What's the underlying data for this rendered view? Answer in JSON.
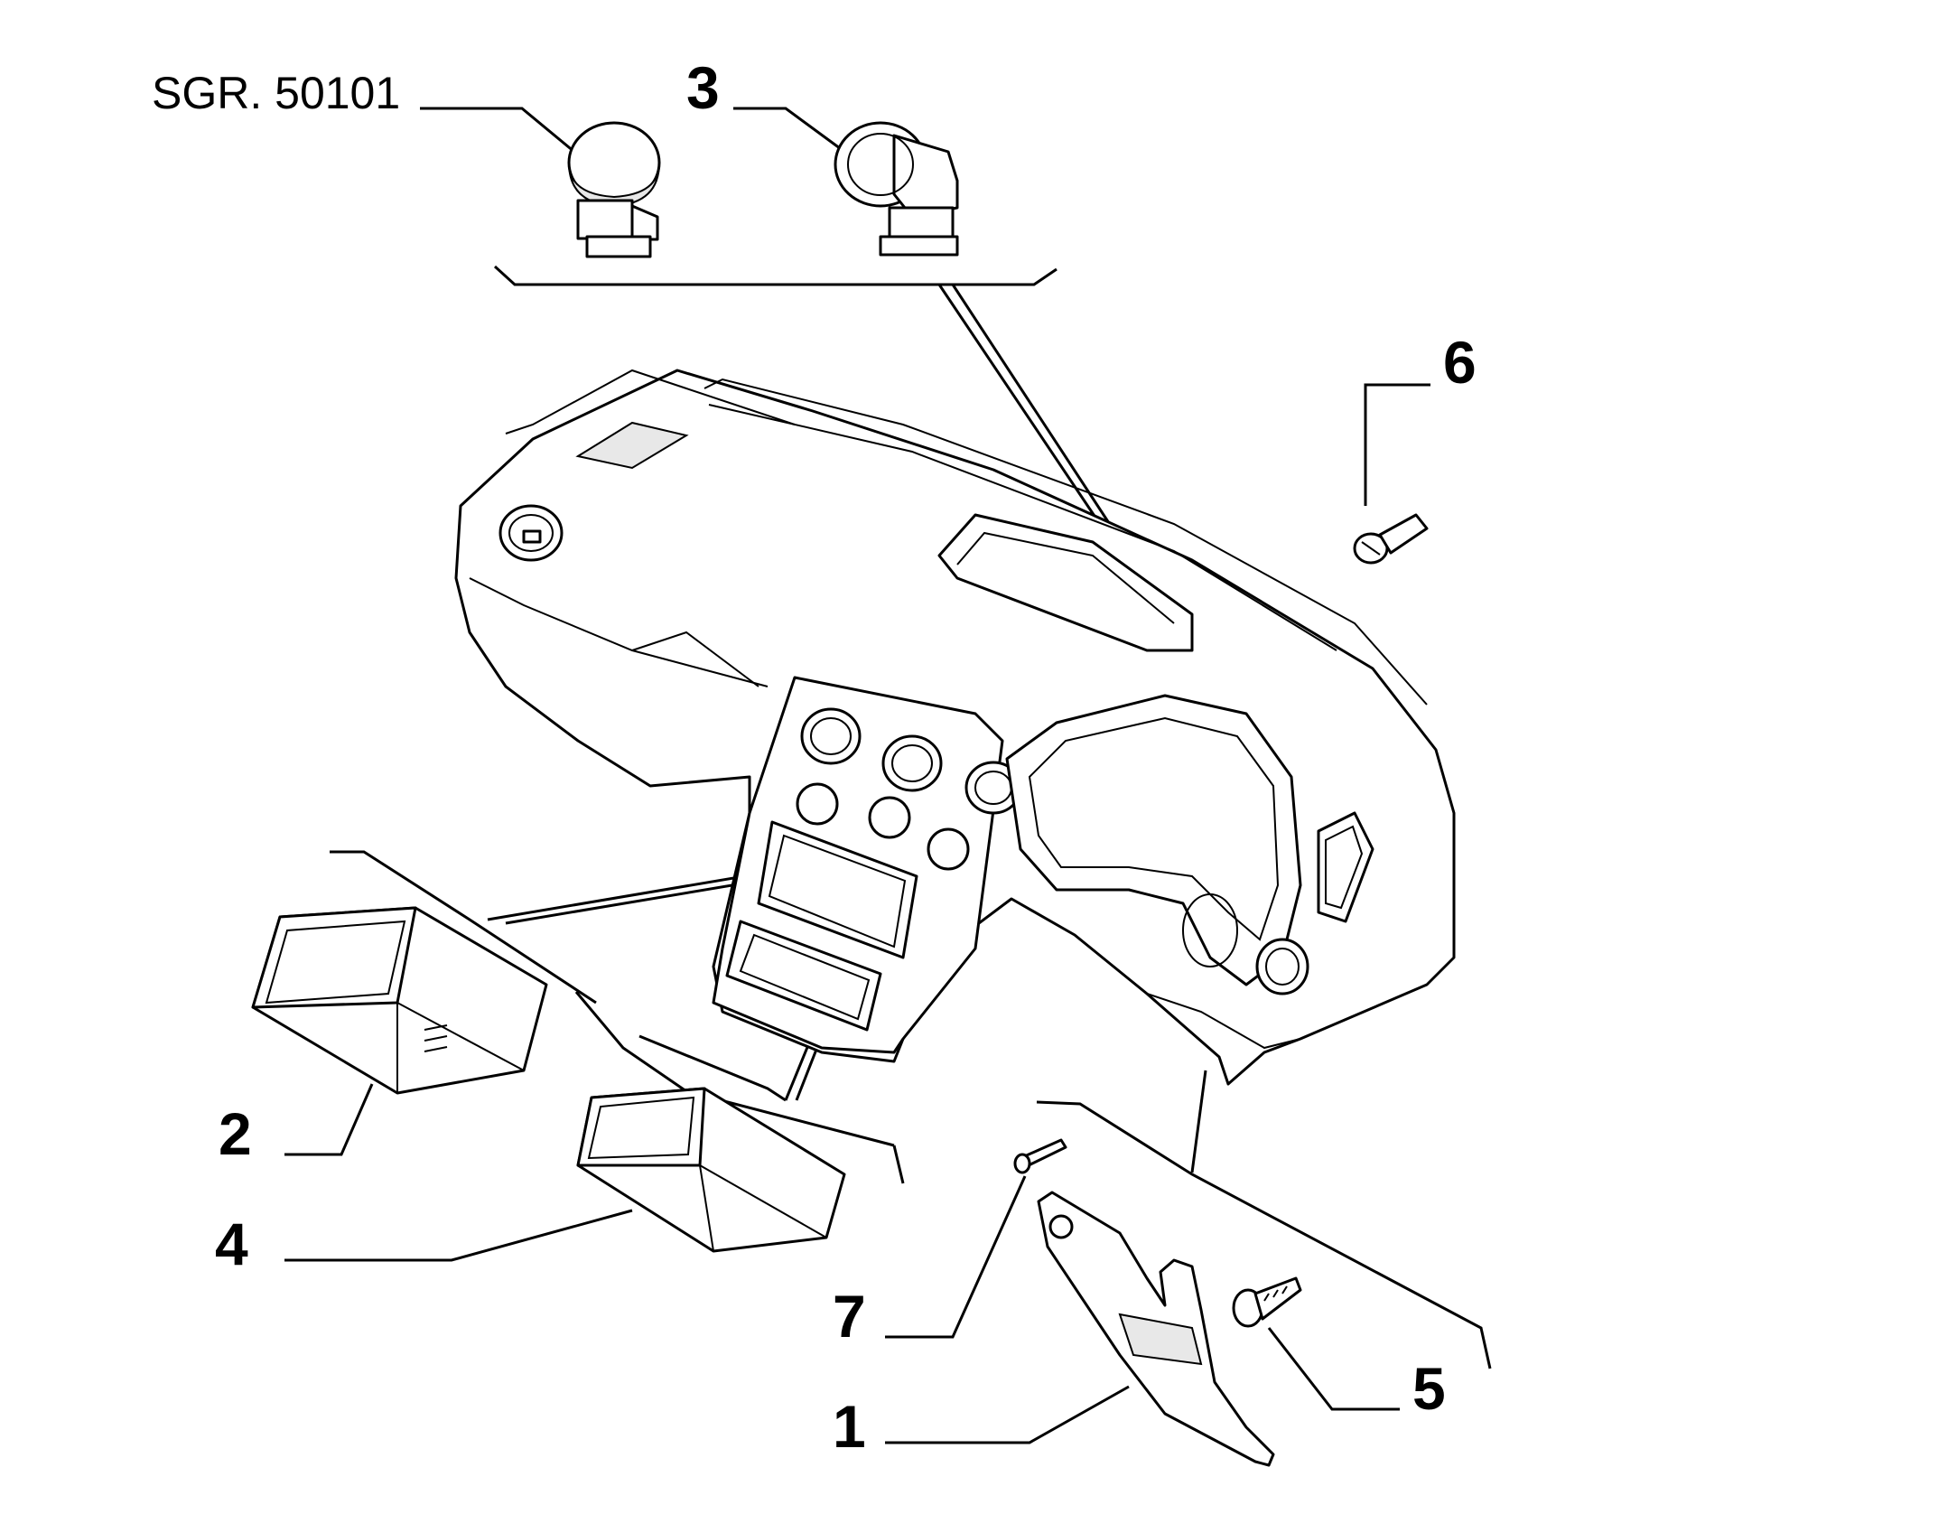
{
  "diagram": {
    "reference_label": "SGR. 50101",
    "callouts": [
      {
        "id": "1",
        "label": "1"
      },
      {
        "id": "2",
        "label": "2"
      },
      {
        "id": "3",
        "label": "3"
      },
      {
        "id": "4",
        "label": "4"
      },
      {
        "id": "5",
        "label": "5"
      },
      {
        "id": "6",
        "label": "6"
      },
      {
        "id": "7",
        "label": "7"
      }
    ]
  }
}
